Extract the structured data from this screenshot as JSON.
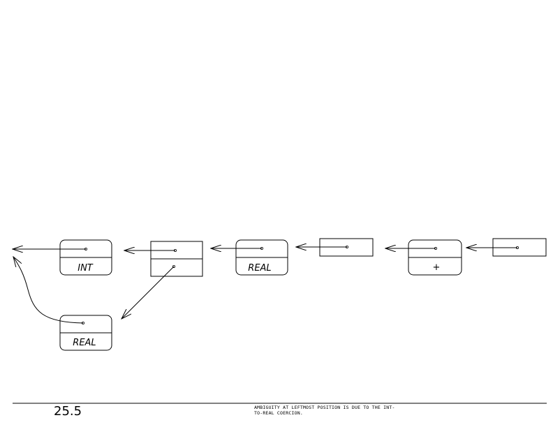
{
  "nodes": {
    "int_node": {
      "label": "INT"
    },
    "real_top_node": {
      "label": "REAL"
    },
    "plus_node": {
      "label": "+"
    },
    "real_bottom_node": {
      "label": "REAL"
    }
  },
  "footer": {
    "figure_number": "25.5",
    "caption_line1": "AMBIGUITY AT LEFTMOST POSITION IS DUE TO THE INT-",
    "caption_line2": "TO-REAL COERCION."
  }
}
